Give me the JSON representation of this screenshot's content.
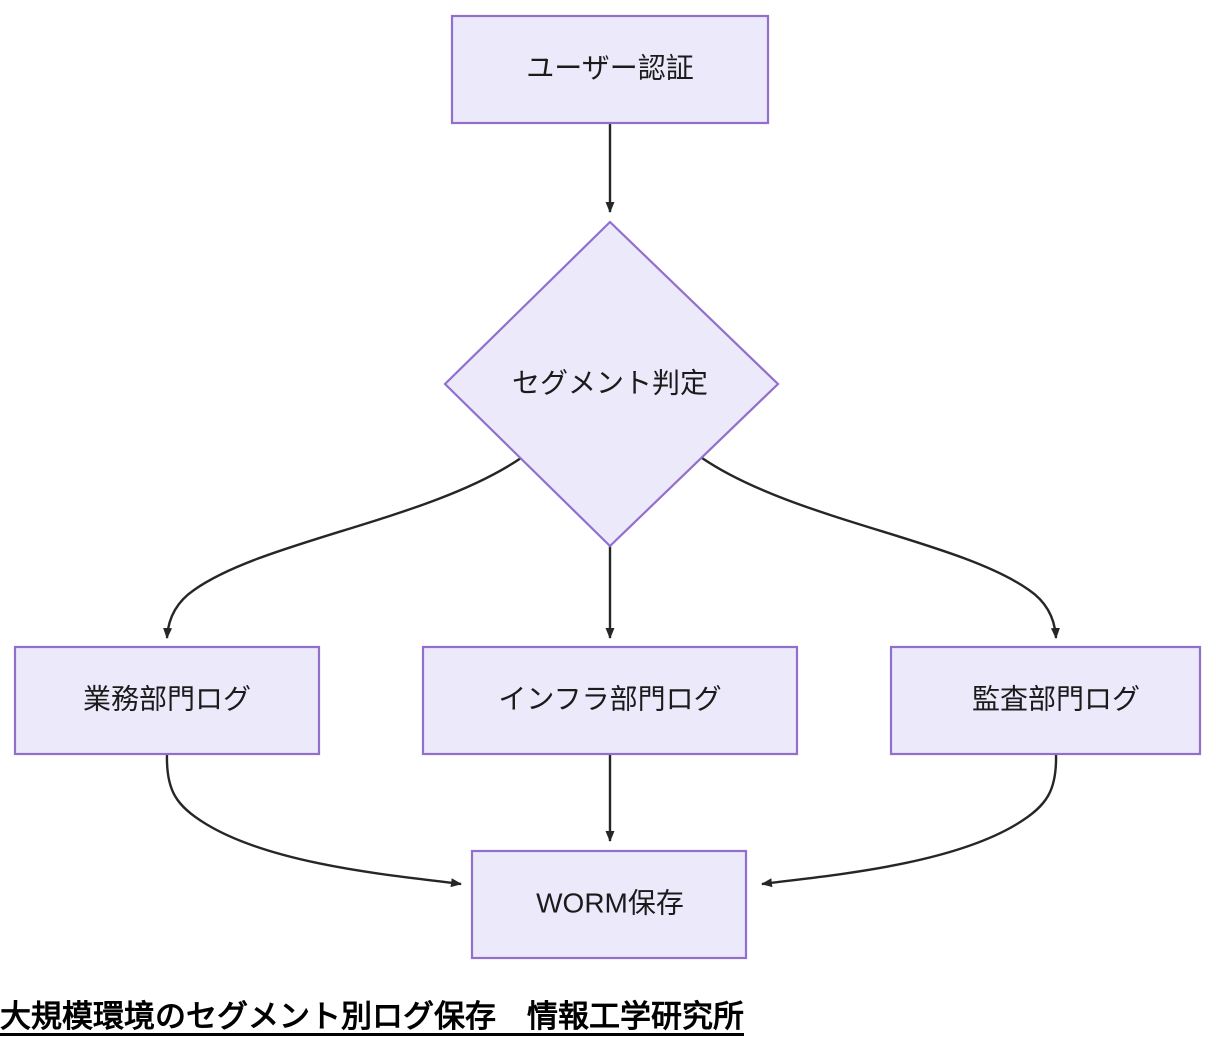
{
  "diagram": {
    "type": "flowchart",
    "direction": "top-to-bottom",
    "theme": {
      "node_fill": "#ece9fb",
      "node_border": "#9170cd",
      "edge_color": "#262626",
      "text_color": "#1b1b1b",
      "background": "#ffffff"
    },
    "nodes": [
      {
        "id": "auth",
        "label": "ユーザー認証",
        "shape": "rectangle"
      },
      {
        "id": "segment",
        "label": "セグメント判定",
        "shape": "diamond"
      },
      {
        "id": "business_log",
        "label": "業務部門ログ",
        "shape": "rectangle"
      },
      {
        "id": "infra_log",
        "label": "インフラ部門ログ",
        "shape": "rectangle"
      },
      {
        "id": "audit_log",
        "label": "監査部門ログ",
        "shape": "rectangle"
      },
      {
        "id": "worm",
        "label": "WORM保存",
        "shape": "rectangle"
      }
    ],
    "edges": [
      {
        "from": "auth",
        "to": "segment",
        "label": ""
      },
      {
        "from": "segment",
        "to": "business_log",
        "label": ""
      },
      {
        "from": "segment",
        "to": "infra_log",
        "label": ""
      },
      {
        "from": "segment",
        "to": "audit_log",
        "label": ""
      },
      {
        "from": "business_log",
        "to": "worm",
        "label": ""
      },
      {
        "from": "infra_log",
        "to": "worm",
        "label": ""
      },
      {
        "from": "audit_log",
        "to": "worm",
        "label": ""
      }
    ]
  },
  "caption": {
    "text": "大規模環境のセグメント別ログ保存　情報工学研究所"
  }
}
